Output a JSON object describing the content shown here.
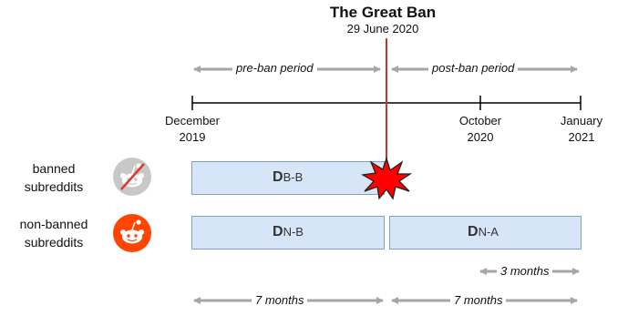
{
  "header": {
    "title": "The Great Ban",
    "date": "29 June 2020"
  },
  "periods": {
    "pre": "pre-ban period",
    "post": "post-ban period"
  },
  "timeline": {
    "ticks": [
      {
        "line1": "December",
        "line2": "2019"
      },
      {
        "line1": "October",
        "line2": "2020"
      },
      {
        "line1": "January",
        "line2": "2021"
      }
    ]
  },
  "rows": {
    "banned": {
      "line1": "banned",
      "line2": "subreddits",
      "icon": "reddit-banned-icon"
    },
    "nonbanned": {
      "line1": "non-banned",
      "line2": "subreddits",
      "icon": "reddit-icon"
    }
  },
  "datasets": {
    "bb": {
      "main": "D",
      "sub": "B-B"
    },
    "nb": {
      "main": "D",
      "sub": "N-B"
    },
    "na": {
      "main": "D",
      "sub": "N-A"
    }
  },
  "durations": {
    "three": "3 months",
    "pre": "7 months",
    "post": "7 months"
  },
  "colors": {
    "ban_line": "#c0392b",
    "box_fill": "#d7e5f9",
    "box_border": "#7f9ecc",
    "reddit": "#ff4500",
    "arrow": "#a6a6a6",
    "explosion": "#ff0000"
  }
}
